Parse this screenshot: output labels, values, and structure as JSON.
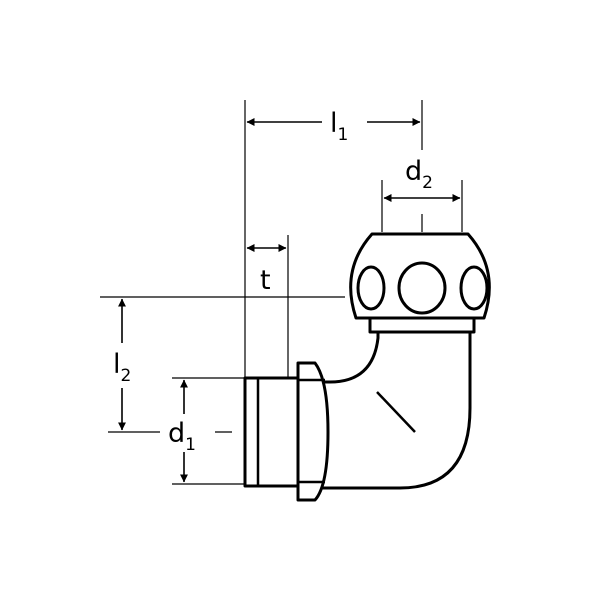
{
  "diagram": {
    "dimensions": {
      "l1": {
        "main": "l",
        "sub": "1"
      },
      "d2": {
        "main": "d",
        "sub": "2"
      },
      "t": {
        "main": "t",
        "sub": ""
      },
      "l2": {
        "main": "l",
        "sub": "2"
      },
      "d1": {
        "main": "d",
        "sub": "1"
      }
    },
    "colors": {
      "line": "#000000",
      "background": "#ffffff"
    }
  }
}
